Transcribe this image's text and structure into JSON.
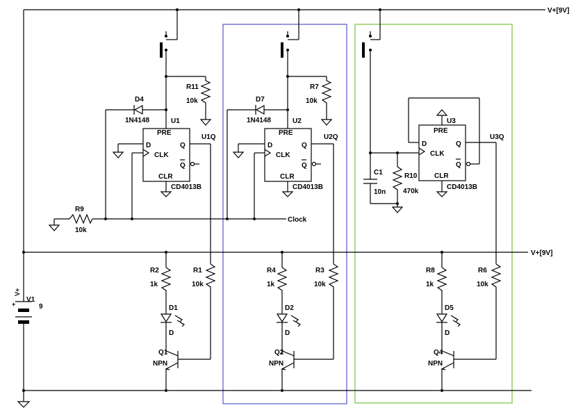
{
  "rails": {
    "vplus_top": "V+[9V]",
    "vplus_mid": "V+[9V]"
  },
  "battery": {
    "ref": "V1",
    "value": "9",
    "symbol": "V+",
    "plus": "+"
  },
  "flipflops": [
    {
      "ref": "U1",
      "part": "CD4013B",
      "pre": "PRE",
      "clr": "CLR",
      "d": "D",
      "clk": "CLK",
      "q": "Q",
      "qbar": "Q",
      "out": "U1Q"
    },
    {
      "ref": "U2",
      "part": "CD4013B",
      "pre": "PRE",
      "clr": "CLR",
      "d": "D",
      "clk": "CLK",
      "q": "Q",
      "qbar": "Q",
      "out": "U2Q"
    },
    {
      "ref": "U3",
      "part": "CD4013B",
      "pre": "PRE",
      "clr": "CLR",
      "d": "D",
      "clk": "CLK",
      "q": "Q",
      "qbar": "Q",
      "out": "U3Q"
    }
  ],
  "resistors": {
    "R11": {
      "ref": "R11",
      "value": "10k"
    },
    "R7": {
      "ref": "R7",
      "value": "10k"
    },
    "R9": {
      "ref": "R9",
      "value": "10k"
    },
    "R10": {
      "ref": "R10",
      "value": "470k"
    },
    "R2": {
      "ref": "R2",
      "value": "1k"
    },
    "R1": {
      "ref": "R1",
      "value": "10k"
    },
    "R4": {
      "ref": "R4",
      "value": "1k"
    },
    "R3": {
      "ref": "R3",
      "value": "10k"
    },
    "R8": {
      "ref": "R8",
      "value": "1k"
    },
    "R6": {
      "ref": "R6",
      "value": "10k"
    }
  },
  "diodes": {
    "D4": {
      "ref": "D4",
      "part": "1N4148"
    },
    "D7": {
      "ref": "D7",
      "part": "1N4148"
    }
  },
  "leds": [
    {
      "ref": "D1",
      "pin": "D"
    },
    {
      "ref": "D2",
      "pin": "D"
    },
    {
      "ref": "D5",
      "pin": "D"
    }
  ],
  "transistors": [
    {
      "ref": "Q1",
      "type": "NPN"
    },
    {
      "ref": "Q2",
      "type": "NPN"
    },
    {
      "ref": "Q4",
      "type": "NPN"
    }
  ],
  "capacitor": {
    "ref": "C1",
    "value": "10n"
  },
  "net_clock": "Clock",
  "highlight_colors": {
    "stage2_box": "#5555cc",
    "stage3_box": "#88cc55"
  }
}
